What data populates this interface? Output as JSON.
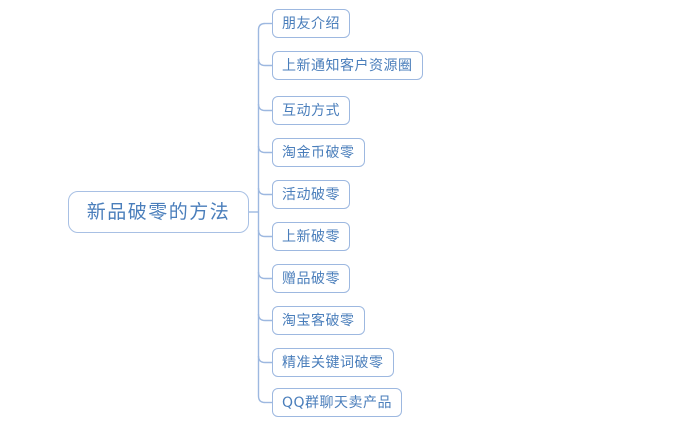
{
  "diagram": {
    "type": "mind-map",
    "title": "新品破零的方法",
    "orientation": "left-to-right",
    "colors": {
      "background": "#ffffff",
      "node_border": "#9db8e0",
      "node_fill": "#ffffff",
      "text": "#4a7ebb",
      "connector": "#9db8e0"
    },
    "root": {
      "label": "新品破零的方法"
    },
    "children": [
      {
        "label": "朋友介绍"
      },
      {
        "label": "上新通知客户资源圈"
      },
      {
        "label": "互动方式"
      },
      {
        "label": "淘金币破零"
      },
      {
        "label": "活动破零"
      },
      {
        "label": "上新破零"
      },
      {
        "label": "赠品破零"
      },
      {
        "label": "淘宝客破零"
      },
      {
        "label": "精准关键词破零"
      },
      {
        "label": "QQ群聊天卖产品"
      }
    ]
  }
}
